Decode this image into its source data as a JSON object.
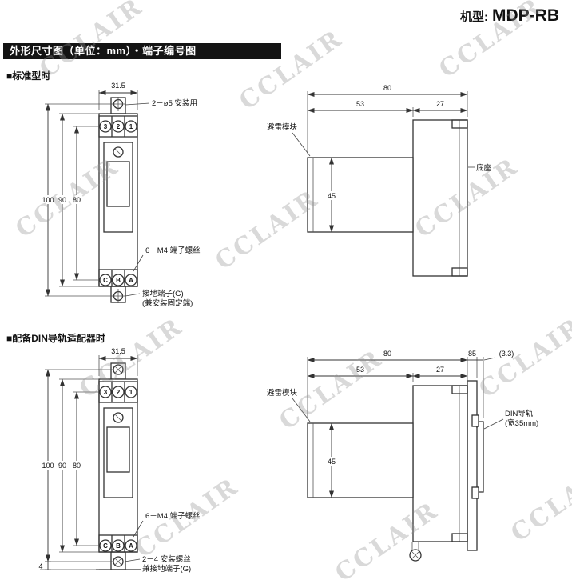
{
  "header": {
    "model_prefix": "机型:",
    "model": "MDP-RB",
    "title_bar": "外形尺寸图（单位：mm）・端子编号图"
  },
  "watermark": {
    "text": "CCLAIR"
  },
  "standard": {
    "heading": "■标准型时",
    "front": {
      "dim_width": "31.5",
      "dim_100": "100",
      "dim_90": "90",
      "dim_80": "80",
      "terminals_top": [
        "3",
        "2",
        "1"
      ],
      "terminals_bottom": [
        "C",
        "B",
        "A"
      ],
      "ann_mount": "2－ø5 安装用",
      "ann_screw": "6－M4 端子螺丝",
      "ann_ground_1": "接地端子(G)",
      "ann_ground_2": "(兼安装固定端)"
    },
    "side": {
      "dim_80": "80",
      "dim_53": "53",
      "dim_27": "27",
      "dim_45": "45",
      "label_module": "避雷模块",
      "label_base": "底座"
    }
  },
  "din": {
    "heading": "■配备DIN导轨适配器时",
    "front": {
      "dim_width": "31.5",
      "dim_100": "100",
      "dim_90": "90",
      "dim_80": "80",
      "dim_4": "4",
      "terminals_top": [
        "3",
        "2",
        "1"
      ],
      "terminals_bottom": [
        "C",
        "B",
        "A"
      ],
      "ann_screw": "6－M4 端子螺丝",
      "ann_ground_1": "2－4 安装螺丝",
      "ann_ground_2": "兼接地端子(G)"
    },
    "side": {
      "dim_80": "80",
      "dim_53": "53",
      "dim_27": "27",
      "dim_45": "45",
      "dim_85": "85",
      "dim_33": "(3.3)",
      "label_module": "避雷模块",
      "label_din_1": "DIN导轨",
      "label_din_2": "(宽35mm)"
    }
  }
}
